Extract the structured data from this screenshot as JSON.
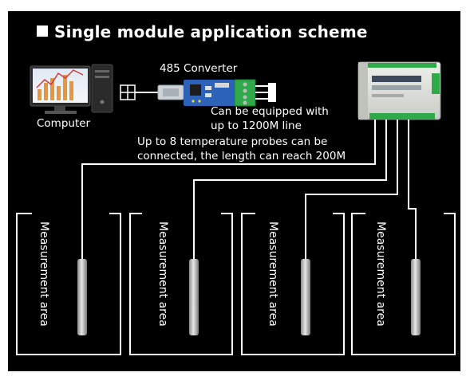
{
  "title": "Single module application scheme",
  "labels": {
    "converter": "485 Converter",
    "computer": "Computer",
    "line_note_1": "Can be equipped with",
    "line_note_2": "up to 1200M line",
    "probe_note_1": "Up to 8 temperature probes can be",
    "probe_note_2": "connected, the length can reach 200M"
  },
  "areas": [
    {
      "label": "Measurement area"
    },
    {
      "label": "Measurement area"
    },
    {
      "label": "Measurement area"
    },
    {
      "label": "Measurement area"
    }
  ],
  "colors": {
    "background": "#000000",
    "lines": "#ffffff",
    "converter_board": "#2c63b8",
    "terminal": "#2faa4a",
    "module": "#d9dcd6",
    "probe": "#b8b8b8"
  },
  "icons": [
    "computer-icon",
    "usb-port-icon",
    "converter-icon",
    "module-icon",
    "probe-icon"
  ]
}
